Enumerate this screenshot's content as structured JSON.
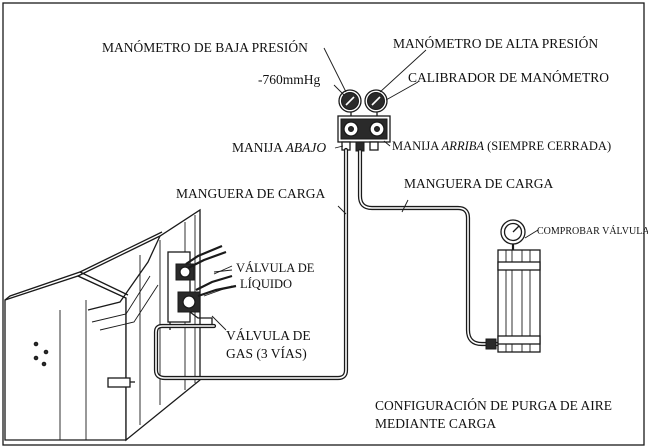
{
  "labels": {
    "low_gauge": "MANÓMETRO DE BAJA PRESIÓN",
    "high_gauge": "MANÓMETRO DE ALTA PRESIÓN",
    "vacuum": "-760mmHg",
    "calibrator": "CALIBRADOR DE MANÓMETRO",
    "handle_down_prefix": "MANIJA ",
    "handle_down_em": "ABAJO",
    "handle_up_prefix": "MANIJA ",
    "handle_up_em": "ARRIBA",
    "handle_up_suffix": " (SIEMPRE CERRADA)",
    "hose_left": "MANGUERA DE CARGA",
    "hose_right": "MANGUERA DE CARGA",
    "check_valves": "COMPROBAR VÁLVULAS",
    "liquid_valve_1": "VÁLVULA DE",
    "liquid_valve_2": "LÍQUIDO",
    "gas_valve_1": "VÁLVULA DE",
    "gas_valve_2": "GAS (3 VÍAS)",
    "caption_1": "CONFIGURACIÓN DE PURGA DE AIRE",
    "caption_2": "MEDIANTE CARGA"
  }
}
